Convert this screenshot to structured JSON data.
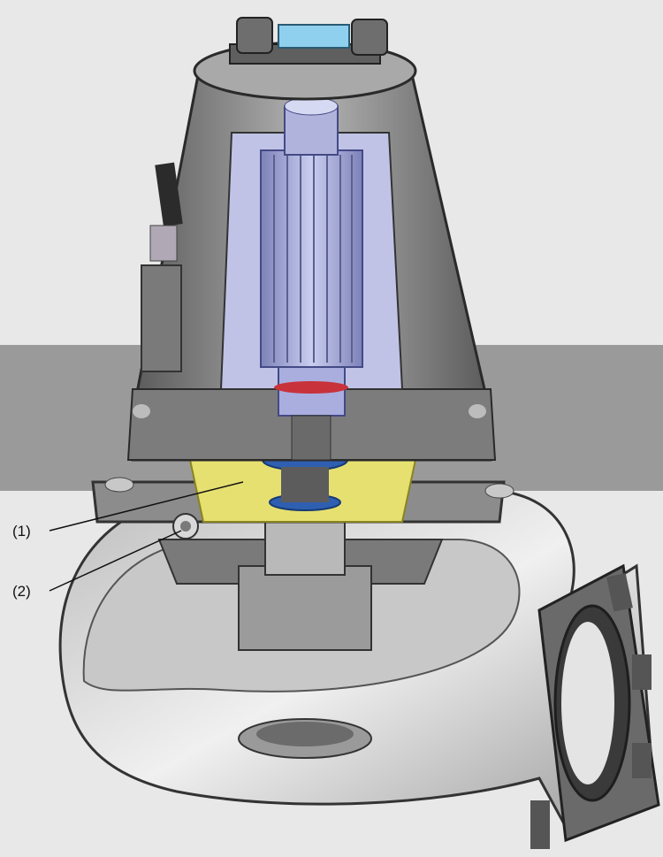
{
  "callouts": [
    {
      "label": "(1)"
    },
    {
      "label": "(2)"
    }
  ],
  "colors": {
    "background": "#e8e8e8",
    "band": "#9a9a9a",
    "housing_dark": "#4a4a4a",
    "housing_mid": "#8c8c8c",
    "housing_light": "#d2d2d2",
    "motor_rotor": "#a9aede",
    "oil_chamber": "#e6e070",
    "seal_blue": "#2f5fb0",
    "cable_tag": "#8fd0ee"
  },
  "icons": [
    "submersible-pump-cutaway"
  ]
}
